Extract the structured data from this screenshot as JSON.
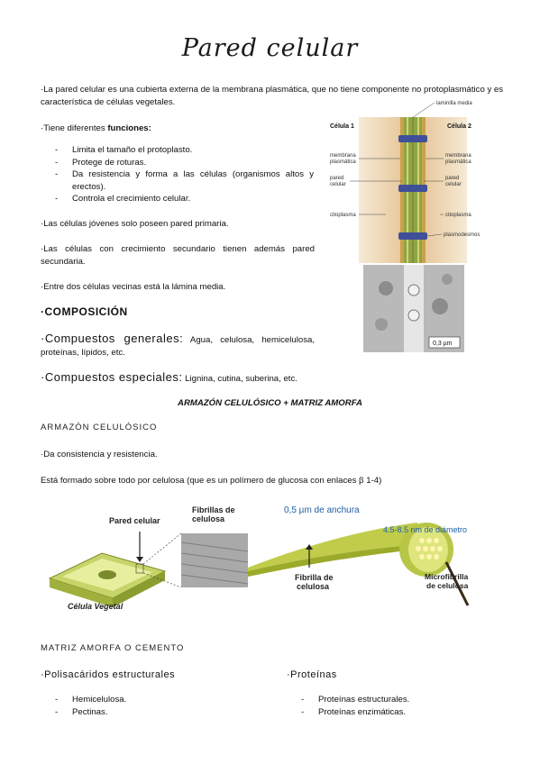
{
  "title": "Pared celular",
  "intro": "·La pared celular es una cubierta externa de la membrana plasmática, que no tiene componente no protoplasmático y es característica de células vegetales.",
  "functions_heading_prefix": "·Tiene diferentes ",
  "functions_heading_bold": "funciones:",
  "functions": [
    "Limita el tamaño el protoplasto.",
    "Protege de roturas.",
    "Da resistencia y forma a las células (organismos altos y erectos).",
    "Controla el crecimiento celular."
  ],
  "young_cells": "·Las células jóvenes solo poseen pared primaria.",
  "secondary_growth": "·Las células con crecimiento secundario tienen además pared secundaria.",
  "middle_lamella": "·Entre dos células vecinas está la lámina media.",
  "composition_heading": "·COMPOSICIÓN",
  "general_label": "·Compuestos generales:",
  "general_text": "Agua, celulosa, hemicelulosa, proteínas, lípidos, etc.",
  "special_label": "·Compuestos especiales:",
  "special_text": "Lignina, cutina, suberina, etc.",
  "formula": "ARMAZÓN CELULÓSICO + MATRIZ AMORFA",
  "armazon_heading": "ARMAZÓN CELULÓSICO",
  "armazon_text1": "·Da consistencia y resistencia.",
  "armazon_text2": "Está formado sobre todo por celulosa (que es un polímero de glucosa con enlaces β 1-4)",
  "diagram1": {
    "cell1": "Célula 1",
    "cell2": "Célula 2",
    "lamina": "laminilla media",
    "membrana_l1": "membrana",
    "membrana_l2": "plasmática",
    "pared_l1": "pared",
    "pared_l2": "celular",
    "citoplasma": "citoplasma",
    "plasmodesmos": "plasmodesmos",
    "scale": "0,3 µm"
  },
  "diagram2": {
    "pared_celular": "Pared celular",
    "fibrillas_l1": "Fibrillas de",
    "fibrillas_l2": "celulosa",
    "anchura": "0,5 µm de anchura",
    "diametro": "4.5-8.5 nm de diámetro",
    "microfibrilla_l1": "Microfibrilla",
    "microfibrilla_l2": "de celulosa",
    "fibrilla_l1": "Fibrilla de",
    "fibrilla_l2": "celulosa",
    "celula_vegetal": "Célula Vegetal"
  },
  "matriz_heading": "MATRIZ AMORFA O CEMENTO",
  "polisacaridos_heading": "·Polisacáridos estructurales",
  "polisacaridos": [
    "Hemicelulosa.",
    "Pectinas."
  ],
  "proteinas_heading": "·Proteínas",
  "proteinas": [
    "Proteínas estructurales.",
    "Proteínas enzimáticas."
  ]
}
